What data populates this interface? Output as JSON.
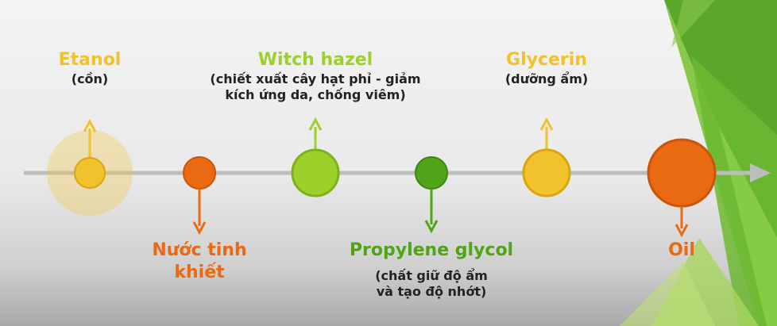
{
  "colors": {
    "yellow": "#f1c22b",
    "orange": "#ea6a14",
    "green_light": "#9cd02b",
    "green_dark": "#4fa418",
    "axis": "#bdbdbd"
  },
  "items": [
    {
      "title": "Etanol",
      "subtitle": [
        "(cồn)"
      ]
    },
    {
      "title": "Nước tinh",
      "title2": "khiết"
    },
    {
      "title": "Witch hazel",
      "subtitle": [
        "(chiết xuất cây hạt phỉ - giảm",
        "kích ứng da, chống viêm)"
      ]
    },
    {
      "title": "Propylene glycol",
      "subtitle": [
        "(chất giữ độ ẩm",
        "và tạo độ nhớt)"
      ]
    },
    {
      "title": "Glycerin",
      "subtitle": [
        "(dưỡng ẩm)"
      ]
    },
    {
      "title": "Oil"
    }
  ]
}
